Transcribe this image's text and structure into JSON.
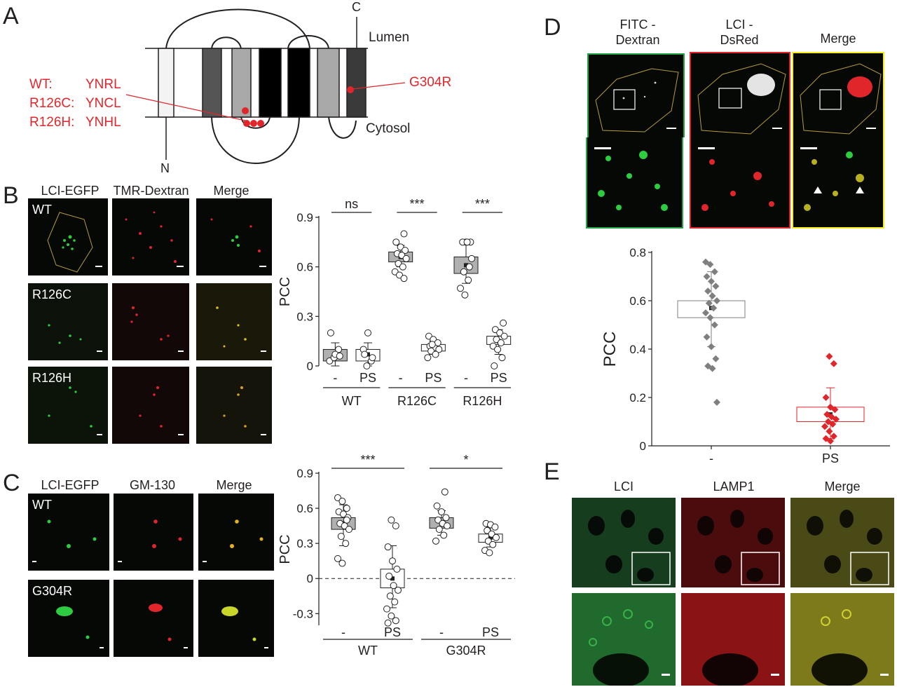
{
  "panels": {
    "A": "A",
    "B": "B",
    "C": "C",
    "D": "D",
    "E": "E"
  },
  "panel_a": {
    "c_label": "C",
    "n_label": "N",
    "lumen": "Lumen",
    "cytosol": "Cytosol",
    "mutants": [
      {
        "name": "WT:",
        "seq": "YNRL"
      },
      {
        "name": "R126C:",
        "seq": "YNCL"
      },
      {
        "name": "R126H:",
        "seq": "YNHL"
      }
    ],
    "g304r": "G304R",
    "colors": {
      "mutation": "#e0262b"
    }
  },
  "panel_b": {
    "headers": [
      "LCI-EGFP",
      "TMR-Dextran",
      "Merge"
    ],
    "row_labels": [
      "WT",
      "R126C",
      "R126H"
    ]
  },
  "panel_c": {
    "headers": [
      "LCI-EGFP",
      "GM-130",
      "Merge"
    ],
    "row_labels": [
      "WT",
      "G304R"
    ]
  },
  "panel_d": {
    "headers": [
      "FITC -\nDextran",
      "LCI -\nDsRed",
      "Merge"
    ],
    "frame_colors": [
      "#22a447",
      "#e0262b",
      "#f5ee1a"
    ]
  },
  "panel_e": {
    "headers": [
      "LCI",
      "LAMP1",
      "Merge"
    ]
  },
  "chart_data": [
    {
      "id": "B",
      "type": "box",
      "ylabel": "PCC",
      "ylim": [
        0,
        0.9
      ],
      "yticks": [
        "0",
        "0.3",
        "0.6",
        "0.9"
      ],
      "conditions": [
        "-",
        "PS",
        "-",
        "PS",
        "-",
        "PS"
      ],
      "groups": [
        "WT",
        "R126C",
        "R126H"
      ],
      "significance": [
        "ns",
        "***",
        "***"
      ],
      "boxes": [
        {
          "q1": 0.03,
          "q3": 0.1,
          "mean": 0.07,
          "wl": 0,
          "wh": 0.14,
          "fill": "#b0b0b0",
          "points": [
            0.03,
            0.05,
            0.1,
            0.2,
            0.07,
            0.06
          ]
        },
        {
          "q1": 0.03,
          "q3": 0.1,
          "mean": 0.07,
          "wl": 0,
          "wh": 0.14,
          "fill": "#ffffff",
          "points": [
            0,
            0.03,
            0.1,
            0.2,
            0.05,
            0.07
          ]
        },
        {
          "q1": 0.63,
          "q3": 0.69,
          "mean": 0.66,
          "wl": 0.6,
          "wh": 0.73,
          "fill": "#b0b0b0",
          "points": [
            0.8,
            0.75,
            0.72,
            0.7,
            0.68,
            0.67,
            0.65,
            0.62,
            0.6,
            0.57,
            0.55,
            0.53
          ]
        },
        {
          "q1": 0.09,
          "q3": 0.13,
          "mean": 0.11,
          "wl": 0.07,
          "wh": 0.15,
          "fill": "#ffffff",
          "points": [
            0.18,
            0.16,
            0.14,
            0.12,
            0.11,
            0.1,
            0.09,
            0.07,
            0.05,
            0.13
          ]
        },
        {
          "q1": 0.56,
          "q3": 0.66,
          "mean": 0.61,
          "wl": 0.5,
          "wh": 0.75,
          "fill": "#b0b0b0",
          "points": [
            0.75,
            0.75,
            0.75,
            0.75,
            0.65,
            0.57,
            0.52,
            0.47,
            0.43,
            0.6
          ]
        },
        {
          "q1": 0.13,
          "q3": 0.18,
          "mean": 0.15,
          "wl": 0.07,
          "wh": 0.22,
          "fill": "#ffffff",
          "points": [
            0.26,
            0.22,
            0.2,
            0.18,
            0.16,
            0.14,
            0.12,
            0.1,
            0.05,
            0
          ]
        }
      ]
    },
    {
      "id": "C",
      "type": "box",
      "ylabel": "PCC",
      "ylim": [
        -0.4,
        0.9
      ],
      "yticks": [
        "-0.3",
        "0",
        "0.3",
        "0.6",
        "0.9"
      ],
      "conditions": [
        "-",
        "PS",
        "-",
        "PS"
      ],
      "groups": [
        "WT",
        "G304R"
      ],
      "significance": [
        "***",
        "*"
      ],
      "boxes": [
        {
          "q1": 0.42,
          "q3": 0.52,
          "mean": 0.47,
          "wl": 0.28,
          "wh": 0.63,
          "fill": "#b0b0b0",
          "points": [
            0.69,
            0.66,
            0.6,
            0.57,
            0.55,
            0.52,
            0.47,
            0.45,
            0.42,
            0.36,
            0.3,
            0.17,
            0.13,
            0.5
          ]
        },
        {
          "q1": -0.08,
          "q3": 0.08,
          "mean": 0,
          "wl": -0.25,
          "wh": 0.28,
          "fill": "#ffffff",
          "points": [
            0.5,
            0.45,
            0.27,
            0.15,
            0.08,
            0.02,
            -0.06,
            -0.1,
            -0.15,
            -0.2,
            -0.26,
            -0.32,
            -0.36,
            -0.38
          ]
        },
        {
          "q1": 0.43,
          "q3": 0.52,
          "mean": 0.47,
          "wl": 0.37,
          "wh": 0.58,
          "fill": "#b0b0b0",
          "points": [
            0.74,
            0.62,
            0.57,
            0.52,
            0.5,
            0.47,
            0.45,
            0.42,
            0.37,
            0.32
          ]
        },
        {
          "q1": 0.31,
          "q3": 0.38,
          "mean": 0.35,
          "wl": 0.27,
          "wh": 0.44,
          "fill": "#ffffff",
          "points": [
            0.47,
            0.46,
            0.44,
            0.41,
            0.38,
            0.35,
            0.32,
            0.29,
            0.24,
            0.22
          ]
        }
      ]
    },
    {
      "id": "D",
      "type": "box",
      "ylabel": "PCC",
      "ylim": [
        0,
        0.8
      ],
      "yticks": [
        "0",
        "0.2",
        "0.4",
        "0.6",
        "0.8"
      ],
      "categories": [
        "-",
        "PS"
      ],
      "boxes": [
        {
          "q1": 0.53,
          "q3": 0.6,
          "mean": 0.57,
          "wl": 0.41,
          "wh": 0.72,
          "color": "#7f7f7f",
          "points": [
            0.76,
            0.75,
            0.72,
            0.7,
            0.68,
            0.66,
            0.64,
            0.62,
            0.6,
            0.59,
            0.57,
            0.55,
            0.53,
            0.5,
            0.45,
            0.41,
            0.36,
            0.33,
            0.32,
            0.18
          ]
        },
        {
          "q1": 0.1,
          "q3": 0.16,
          "mean": 0.13,
          "wl": 0.03,
          "wh": 0.24,
          "color": "#e0262b",
          "points": [
            0.37,
            0.34,
            0.2,
            0.16,
            0.15,
            0.13,
            0.12,
            0.11,
            0.1,
            0.09,
            0.08,
            0.06,
            0.04,
            0.03,
            0.02
          ]
        }
      ]
    }
  ]
}
